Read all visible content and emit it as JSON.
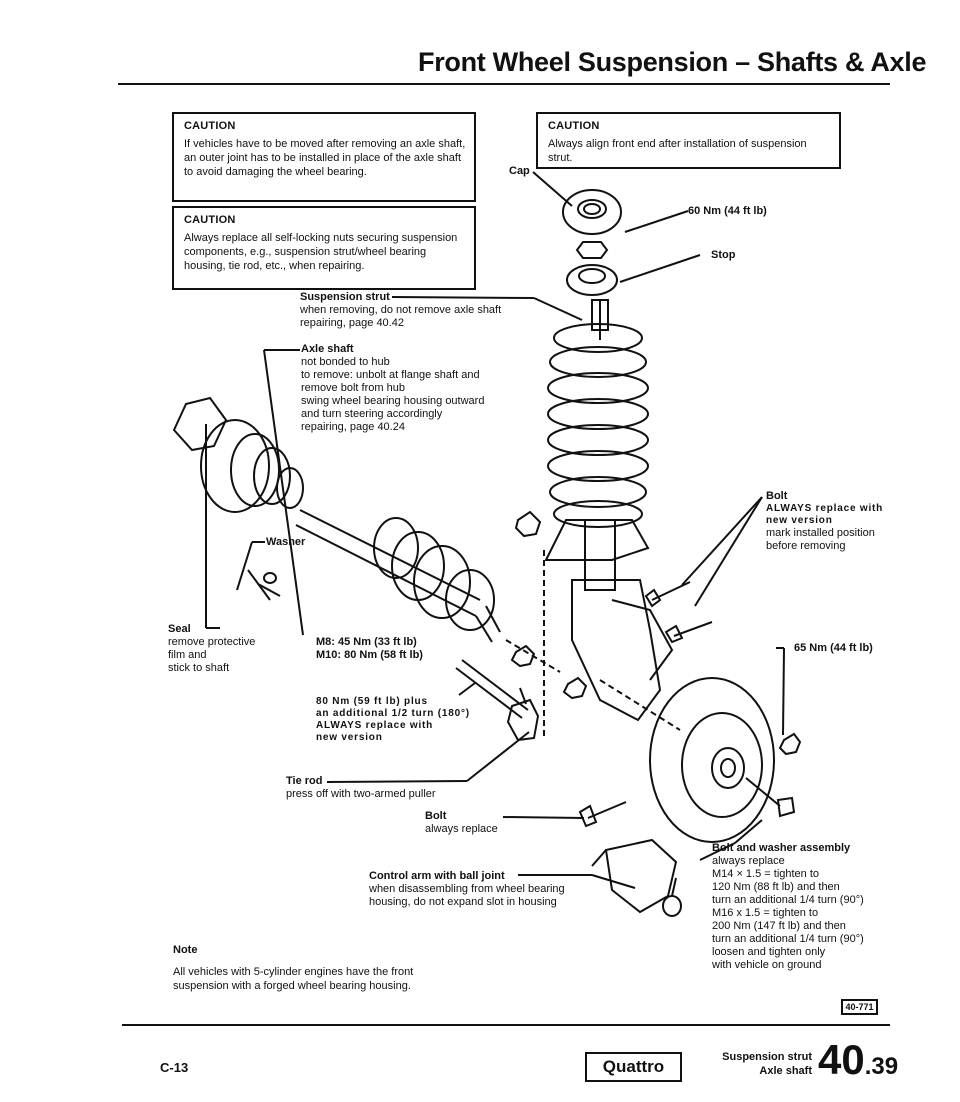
{
  "header": {
    "title": "Front Wheel Suspension – Shafts & Axle"
  },
  "cautions": [
    {
      "heading": "CAUTION",
      "text": "If vehicles have to be moved after removing an axle shaft, an outer joint has to be installed in place of the axle shaft to avoid damaging the wheel bearing."
    },
    {
      "heading": "CAUTION",
      "text": "Always replace all self-locking nuts securing suspension components, e.g., suspension strut/wheel bearing housing, tie rod, etc., when repairing."
    },
    {
      "heading": "CAUTION",
      "text": "Always align front end after installation of suspension strut."
    }
  ],
  "labels": {
    "cap": "Cap",
    "torque_60": "60 Nm (44 ft lb)",
    "stop": "Stop",
    "strut_title": "Suspension strut",
    "strut_text": "when removing, do not remove axle shaft\nrepairing, page 40.42",
    "axle_title": "Axle shaft",
    "axle_text": "not bonded to hub\nto remove: unbolt at flange shaft and\nremove bolt from hub\nswing wheel bearing housing outward\nand turn steering accordingly\nrepairing, page 40.24",
    "bolt_title": "Bolt",
    "bolt_caps": "ALWAYS replace with\nnew version",
    "bolt_text": "mark installed position\nbefore removing",
    "washer": "Washer",
    "torque_65": "65 Nm (44 ft lb)",
    "m8_m10": "M8: 45 Nm (33 ft lb)\nM10: 80 Nm (58 ft lb)",
    "seal_title": "Seal",
    "seal_text": "remove protective\nfilm and\nstick to shaft",
    "tierod_nut": "80 Nm (59 ft lb) plus\nan additional 1/2 turn (180°)\nALWAYS replace with\nnew version",
    "tierod_title": "Tie rod",
    "tierod_text": "press off with two-armed puller",
    "bolt2_title": "Bolt",
    "bolt2_text": "always replace",
    "boltwasher_title": "Bolt and washer assembly",
    "boltwasher_text": "always replace\nM14 × 1.5 = tighten to\n120 Nm (88 ft lb) and then\nturn an additional 1/4 turn (90°)\nM16 x 1.5 = tighten to\n200 Nm (147 ft lb) and then\nturn an additional 1/4 turn (90°)\nloosen and tighten only\nwith vehicle on ground",
    "control_title": "Control arm with ball joint",
    "control_text": "when disassembling from wheel bearing\nhousing, do not expand slot in housing",
    "note_title": "Note",
    "note_text": "All vehicles with 5-cylinder engines have the front\nsuspension with a forged wheel bearing housing.",
    "figure_id": "40-771"
  },
  "footer": {
    "left_code": "C-13",
    "badge": "Quattro",
    "section_line1": "Suspension strut",
    "section_line2": "Axle shaft",
    "page_major": "40",
    "page_minor": ".39"
  }
}
